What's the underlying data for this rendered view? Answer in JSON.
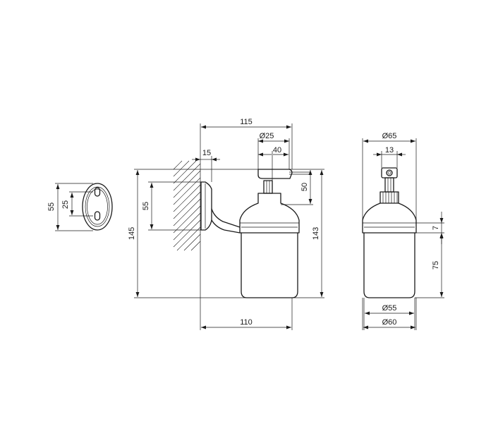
{
  "dimensions": {
    "mount_height_left": "55",
    "mount_hole_spacing": "25",
    "total_height": "145",
    "wall_mount_height": "55",
    "total_depth": "115",
    "wall_offset": "15",
    "pump_diameter": "Ø25",
    "pump_nozzle_length": "40",
    "pump_height": "50",
    "body_height": "143",
    "bottom_depth": "110",
    "side_top_diameter": "Ø65",
    "side_pump_width": "13",
    "side_collar_height": "7",
    "side_glass_height": "75",
    "side_glass_diameter": "Ø55",
    "side_base_diameter": "Ø60"
  }
}
